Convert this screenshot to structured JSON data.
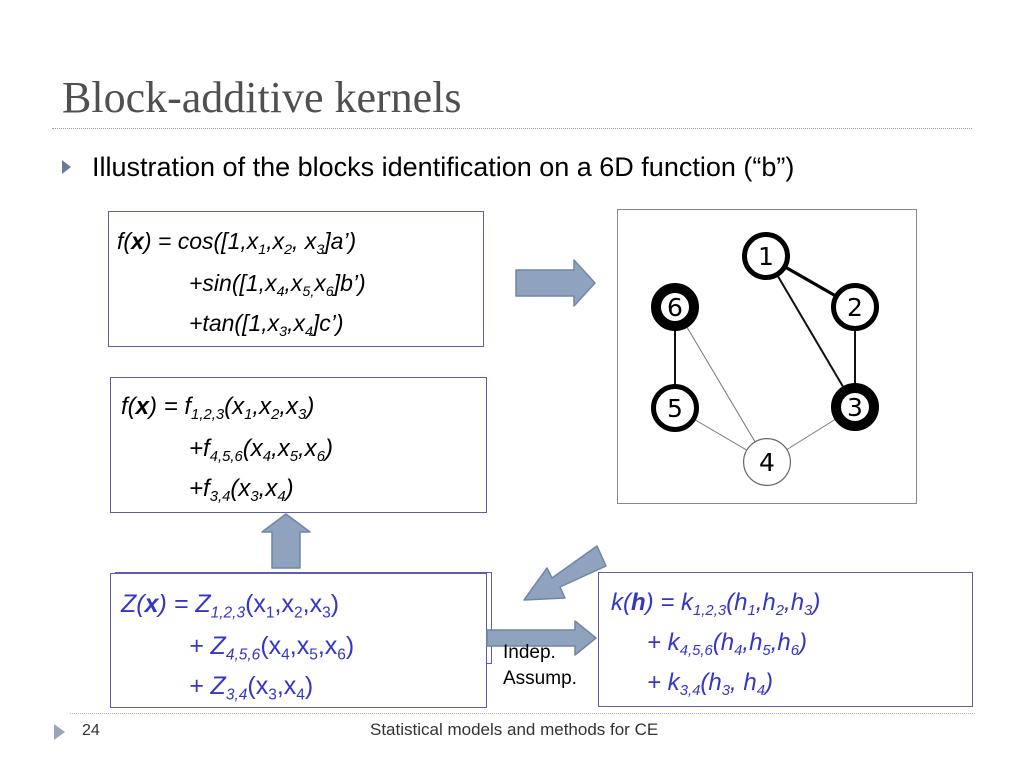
{
  "slide": {
    "title": "Block-additive kernels",
    "bullet": "Illustration of the blocks identification on a 6D function (“b”)",
    "page_number": "24",
    "footer": "Statistical models and methods for CE"
  },
  "formula_original": {
    "line1": {
      "lhs": "f(",
      "x": "x",
      "eq": ") = cos([1,x",
      "s1": "1",
      "c1": ",x",
      "s2": "2",
      "c2": ", x",
      "s3": "3",
      "end": "]a’)"
    },
    "line2": {
      "pre": "+sin([1,x",
      "s1": "4",
      "c1": ",x",
      "s2": "5,",
      "c2": "x",
      "s3": "6",
      "end": "]b’)"
    },
    "line3": {
      "pre": "+tan([1,x",
      "s1": "3",
      "c1": ",x",
      "s2": "4",
      "end": "]c’)"
    }
  },
  "formula_blocks": {
    "line1": {
      "lhs": "f(",
      "x": "x",
      "eq": ") = f",
      "sub": "1,2,3",
      "args_open": "(x",
      "a1": "1",
      "c1": ",x",
      "a2": "2",
      "c2": ",x",
      "a3": "3",
      "close": ")"
    },
    "line2": {
      "pre": "+f",
      "sub": "4,5,6",
      "args_open": "(x",
      "a1": "4",
      "c1": ",x",
      "a2": "5",
      "c2": ",x",
      "a3": "6",
      "close": ")"
    },
    "line3": {
      "pre": "+f",
      "sub": "3,4",
      "args_open": "(x",
      "a1": "3",
      "c1": ",x",
      "a2": "4",
      "close": ")"
    }
  },
  "formula_z": {
    "line1": {
      "lhs": "Z(",
      "x": "x",
      "eq": ") = Z",
      "sub": "1,2,3",
      "args_open": "(x",
      "a1": "1",
      "c1": ",x",
      "a2": "2",
      "c2": ",x",
      "a3": "3",
      "close": ")"
    },
    "line2": {
      "pre": "+ Z",
      "sub": "4,5,6",
      "args_open": "(x",
      "a1": "4",
      "c1": ",x",
      "a2": "5",
      "c2": ",x",
      "a3": "6",
      "close": ")"
    },
    "line3": {
      "pre": "+ Z",
      "sub": "3,4",
      "args_open": "(x",
      "a1": "3",
      "c1": ",x",
      "a2": "4",
      "close": ")"
    }
  },
  "formula_kernel": {
    "line1": {
      "lhs": "k(",
      "h": "h",
      "eq": ") = k",
      "sub": "1,2,3",
      "args_open": "(h",
      "a1": "1",
      "c1": ",h",
      "a2": "2",
      "c2": ",h",
      "a3": "3",
      "close": ")"
    },
    "line2": {
      "pre": "+ k",
      "sub": "4,5,6",
      "args_open": "(h",
      "a1": "4",
      "c1": ",h",
      "a2": "5",
      "c2": ",h",
      "a3": "6",
      "close": ")"
    },
    "line3": {
      "pre": "+ k",
      "sub": "3,4",
      "args_open": "(h",
      "a1": "3",
      "c1": ", h",
      "a2": "4",
      "close": ")"
    }
  },
  "indep_label": {
    "line1": "Indep.",
    "line2": "Assump."
  },
  "graph": {
    "nodes": [
      {
        "id": "1",
        "label": "1",
        "border": "medium"
      },
      {
        "id": "2",
        "label": "2",
        "border": "medium"
      },
      {
        "id": "3",
        "label": "3",
        "border": "heavy"
      },
      {
        "id": "4",
        "label": "4",
        "border": "thin"
      },
      {
        "id": "5",
        "label": "5",
        "border": "medium"
      },
      {
        "id": "6",
        "label": "6",
        "border": "heavy"
      }
    ],
    "edges": [
      {
        "from": "1",
        "to": "2",
        "weight": "heavy"
      },
      {
        "from": "1",
        "to": "3",
        "weight": "medium"
      },
      {
        "from": "2",
        "to": "3",
        "weight": "medium"
      },
      {
        "from": "3",
        "to": "4",
        "weight": "light"
      },
      {
        "from": "4",
        "to": "5",
        "weight": "light"
      },
      {
        "from": "4",
        "to": "6",
        "weight": "light"
      },
      {
        "from": "5",
        "to": "6",
        "weight": "medium"
      }
    ]
  },
  "colors": {
    "box_border": "#5d5dab",
    "blue_text": "#3535c8",
    "arrow_fill": "#8fa3bf",
    "arrow_stroke": "#6f86a6"
  }
}
